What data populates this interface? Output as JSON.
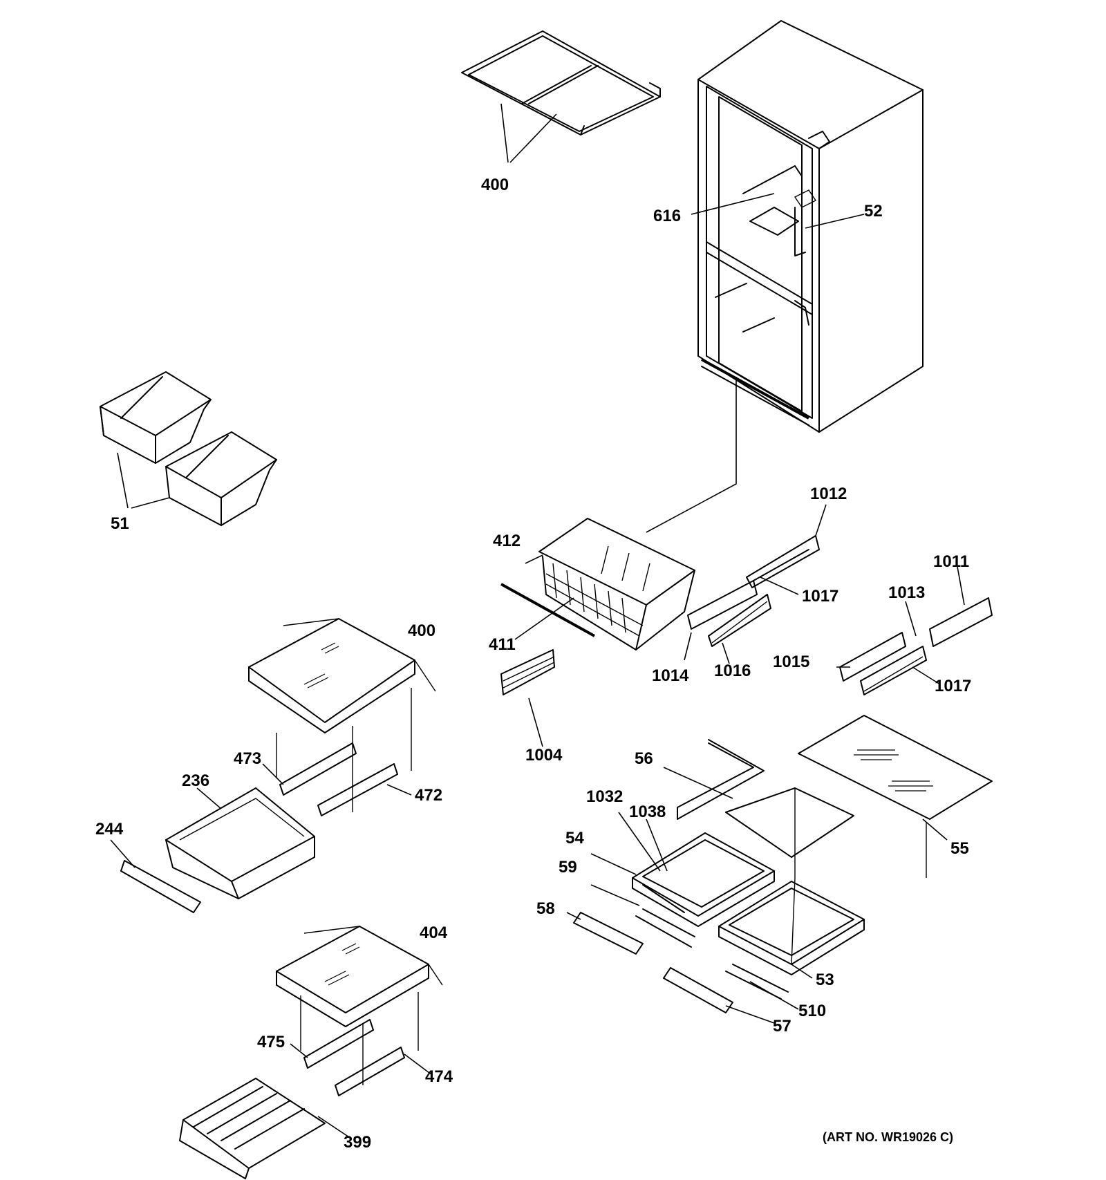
{
  "diagram": {
    "art_number": "(ART NO. WR19026 C)",
    "callouts": {
      "p400_top": "400",
      "p616": "616",
      "p52": "52",
      "p51": "51",
      "p1012": "1012",
      "p412": "412",
      "p1017_a": "1017",
      "p1011": "1011",
      "p1013": "1013",
      "p411": "411",
      "p1014": "1014",
      "p1016": "1016",
      "p1015": "1015",
      "p1017_b": "1017",
      "p400_mid": "400",
      "p1004": "1004",
      "p473": "473",
      "p472": "472",
      "p236": "236",
      "p244": "244",
      "p56": "56",
      "p1032": "1032",
      "p1038": "1038",
      "p54": "54",
      "p59": "59",
      "p58": "58",
      "p55": "55",
      "p53": "53",
      "p510": "510",
      "p57": "57",
      "p404": "404",
      "p475": "475",
      "p474": "474",
      "p399": "399"
    }
  }
}
